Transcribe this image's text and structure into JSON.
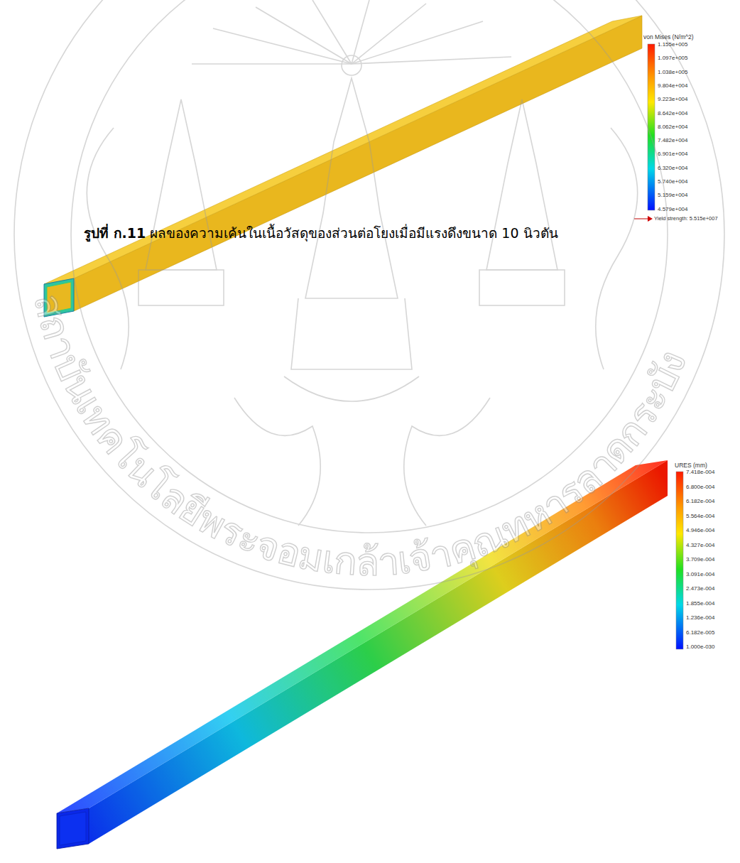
{
  "diagram": {
    "labels": [
      "von Mises (N/m^2)",
      "1.155e+005",
      "1.097e+005",
      "1.038e+005",
      "9.804e+004",
      "9.223e+004",
      "8.642e+004",
      "8.062e+004",
      "7.482e+004",
      "6.901e+004",
      "6.320e+004",
      "5.740e+004",
      "5.159e+004",
      "4.579e+004",
      "Yield strength: 5.515e+007",
      "รูปที่ ก.11",
      "ผลของความเค้นในเนื้อวัสดุของส่วนต่อโยงเมื่อมีแรงดึงขนาด 10 นิวตัน",
      "URES (mm)",
      "7.418e-004",
      "6.800e-004",
      "6.182e-004",
      "5.564e-004",
      "4.946e-004",
      "4.327e-004",
      "3.709e-004",
      "3.091e-004",
      "2.473e-004",
      "1.855e-004",
      "1.236e-004",
      "6.182e-005",
      "1.000e-030",
      "สถาบันเทคโนโลยีพระจอมเกล้าเจ้าคุณทหารลาดกระบัง"
    ]
  }
}
